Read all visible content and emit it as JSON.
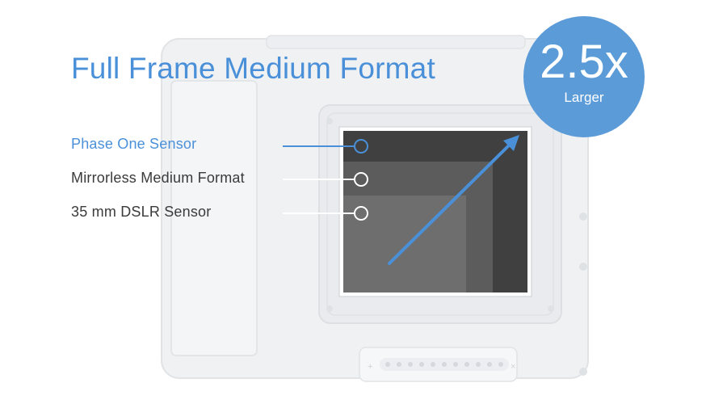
{
  "title": "Full Frame Medium Format",
  "badge": {
    "value": "2.5x",
    "caption": "Larger"
  },
  "sensors": [
    {
      "label": "Phase One Sensor",
      "active": true
    },
    {
      "label": "Mirrorless Medium Format",
      "active": false
    },
    {
      "label": "35 mm DSLR Sensor",
      "active": false
    }
  ],
  "colors": {
    "accent": "#4a90d9",
    "badge": "#5b9bd8",
    "sensor_large": "#404040",
    "sensor_medium": "#5c5c5c",
    "sensor_small": "#6e6e6e"
  }
}
